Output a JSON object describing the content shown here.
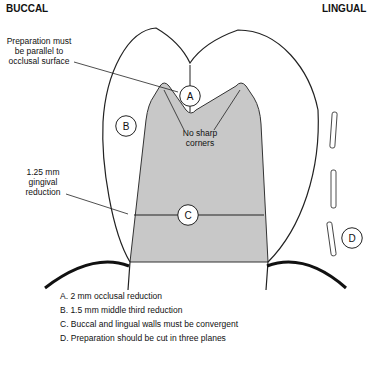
{
  "diagram": {
    "nodes": [
      {
        "text": [
          "A"
        ]
      },
      {
        "text": [
          "B"
        ]
      },
      {
        "text": [
          "C"
        ]
      },
      {
        "text": [
          "D"
        ]
      }
    ],
    "labels": [
      "BUCCAL",
      "LINGUAL",
      "Preparation must be parallel to occlusal surface",
      "No sharp corners",
      "1.25 mm gingival reduction",
      "A. 2 mm occlusal reduction",
      "B. 1.5 mm middle third reduction",
      "C. Buccal and lingual walls must be convergent",
      "D. Preparation should be cut in three planes"
    ]
  }
}
